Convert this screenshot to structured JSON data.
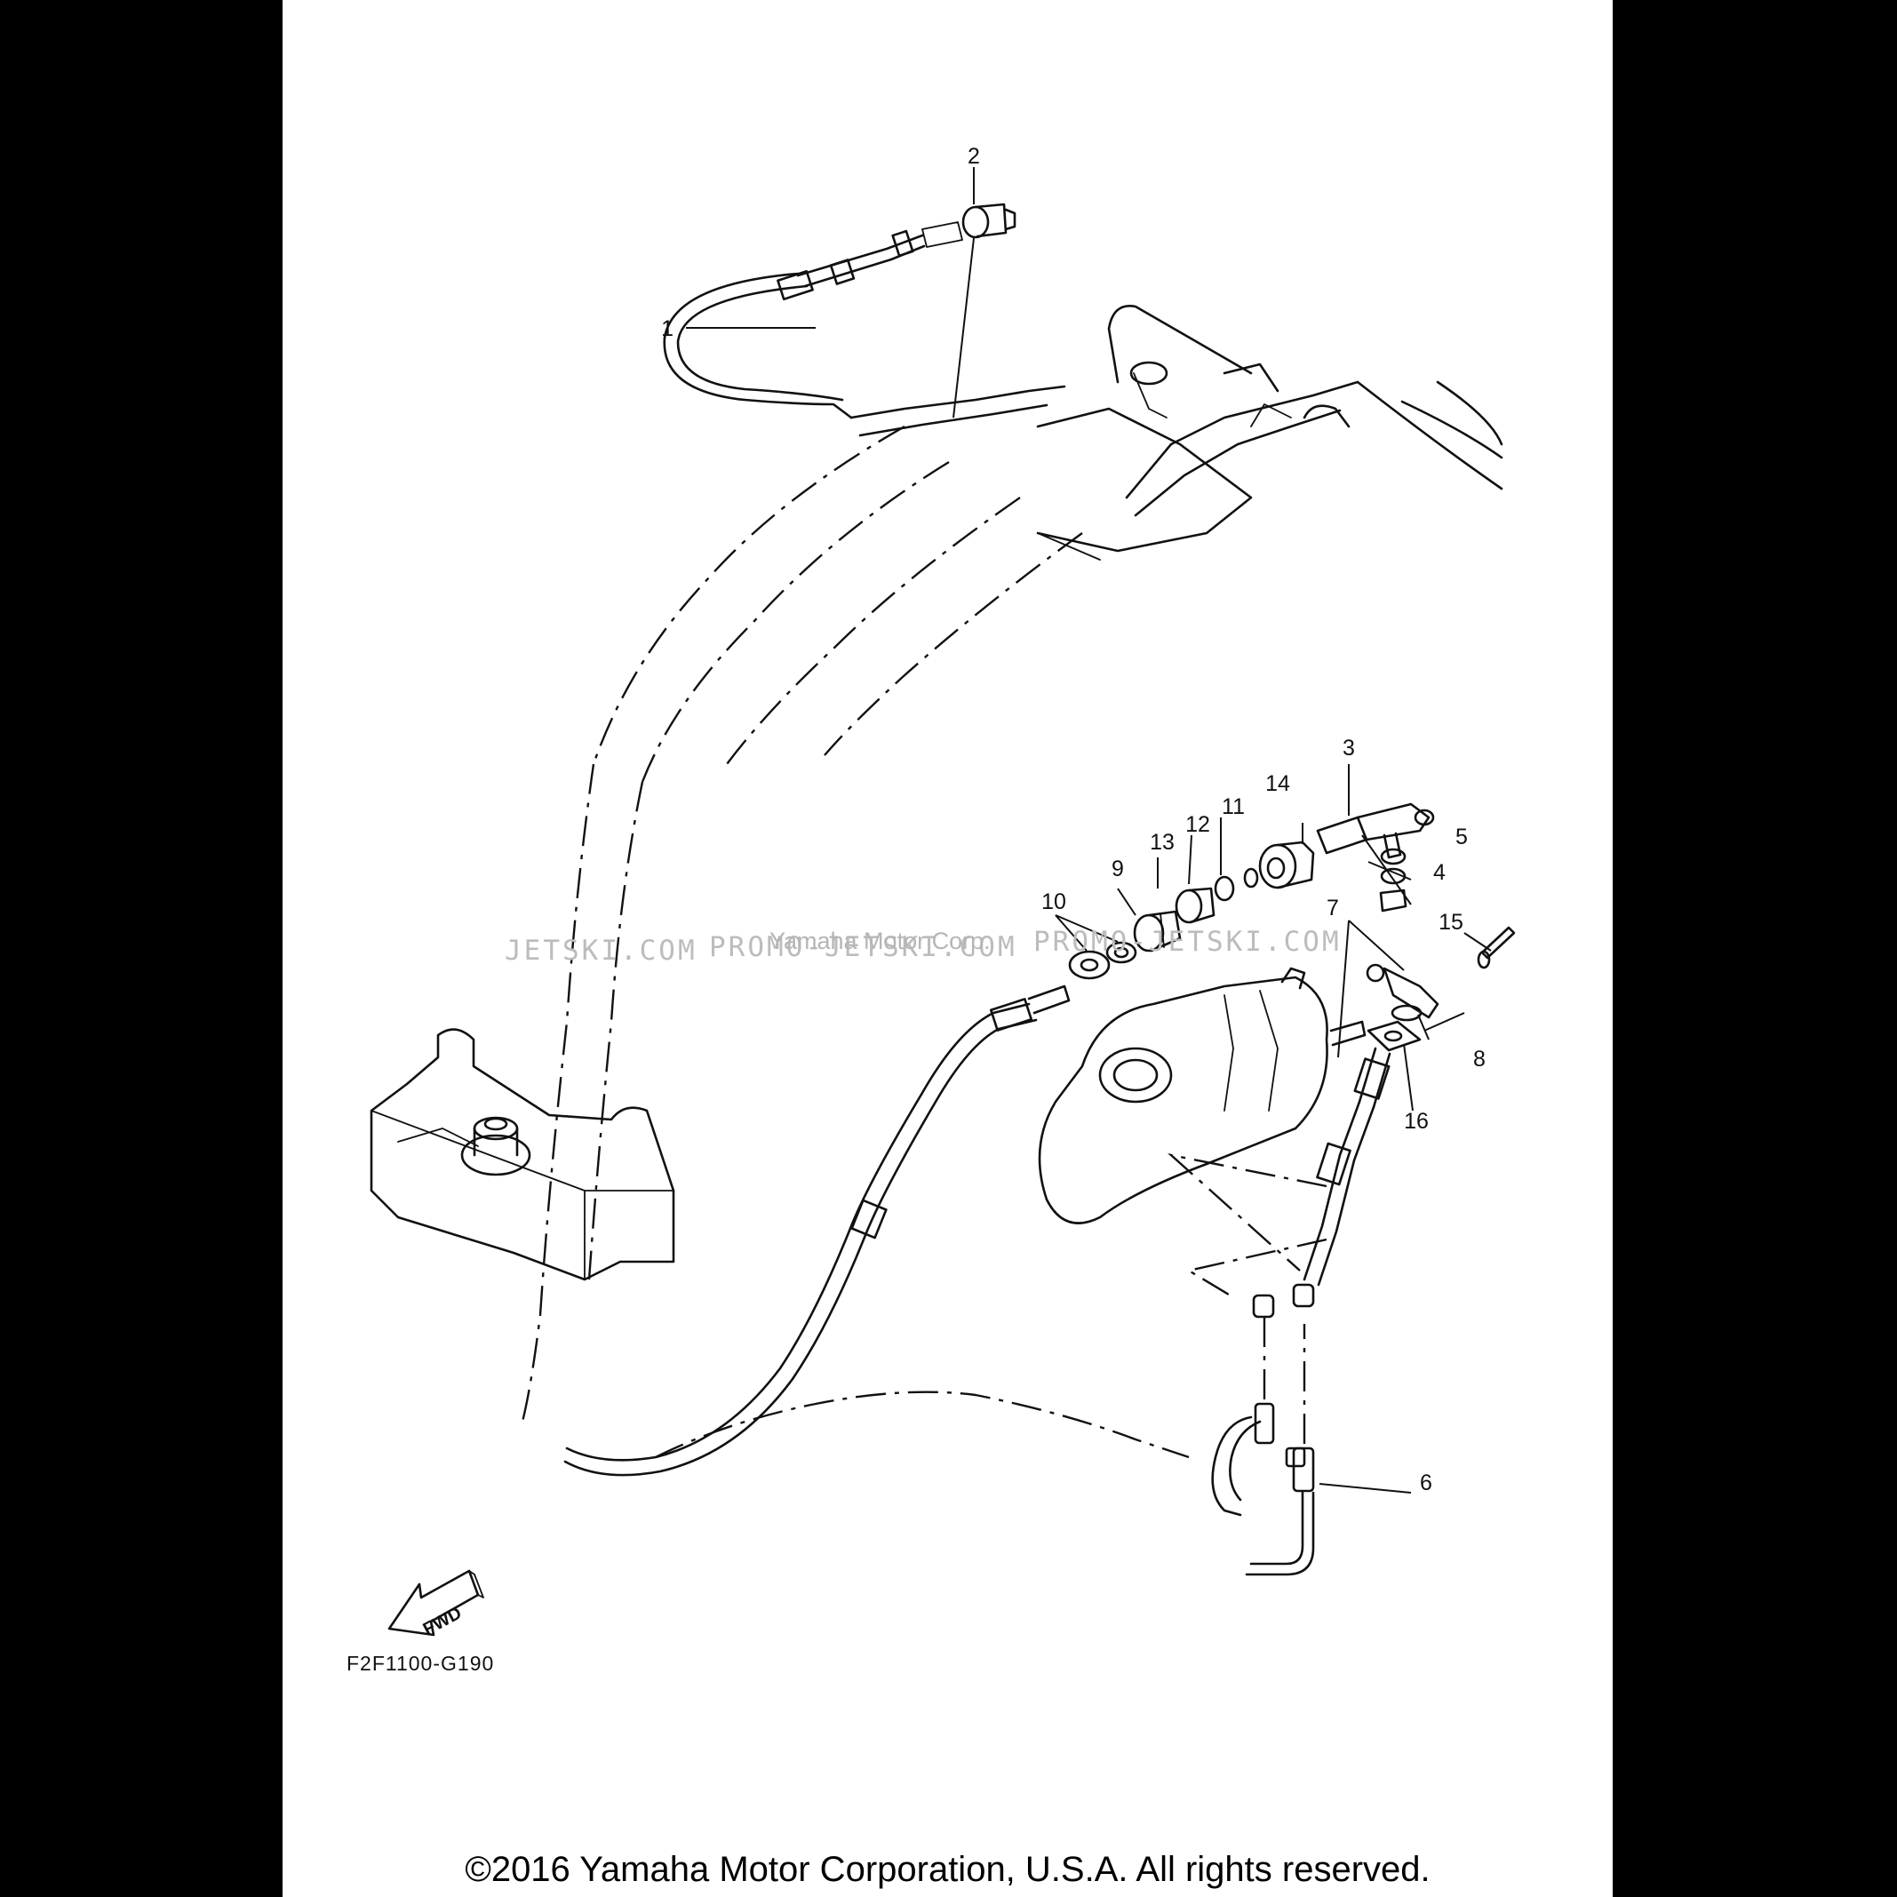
{
  "diagram": {
    "callouts": [
      "1",
      "2",
      "3",
      "4",
      "5",
      "6",
      "7",
      "8",
      "9",
      "10",
      "11",
      "12",
      "13",
      "14",
      "15",
      "16"
    ],
    "fwd_label": "FWD",
    "figure_code": "F2F1100-G190",
    "watermarks": [
      "JETSKI.COM",
      "PROMO-JETSKI.COM",
      "Yamaha Motor Corp.",
      "PROMO-JETSKI.COM"
    ],
    "copyright": "©2016 Yamaha Motor Corporation, U.S.A. All rights reserved."
  }
}
